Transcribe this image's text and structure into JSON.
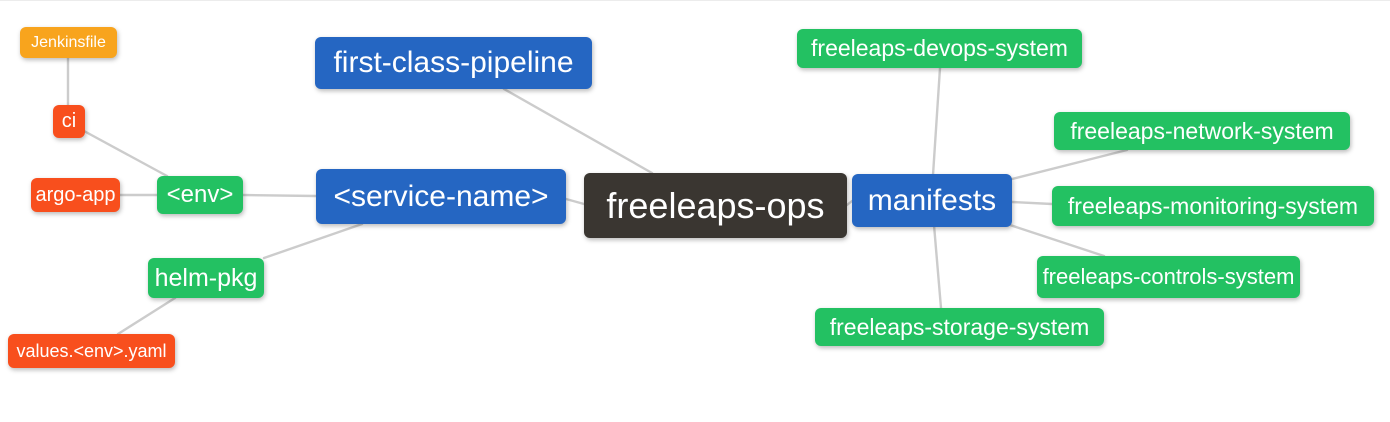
{
  "diagram": {
    "type": "mindmap",
    "root": "freeleaps-ops",
    "nodes": [
      {
        "id": "freeleaps-ops",
        "label": "freeleaps-ops",
        "level": 0,
        "color": "#3a3631"
      },
      {
        "id": "first-class-pipeline",
        "label": "first-class-pipeline",
        "level": 1,
        "color": "#2566c2"
      },
      {
        "id": "service-name",
        "label": "<service-name>",
        "level": 1,
        "color": "#2566c2"
      },
      {
        "id": "manifests",
        "label": "manifests",
        "level": 1,
        "color": "#2566c2"
      },
      {
        "id": "env",
        "label": "<env>",
        "level": 2,
        "color": "#23c162"
      },
      {
        "id": "helm-pkg",
        "label": "helm-pkg",
        "level": 2,
        "color": "#23c162"
      },
      {
        "id": "argo-app",
        "label": "argo-app",
        "level": 3,
        "color": "#f84f1d"
      },
      {
        "id": "ci",
        "label": "ci",
        "level": 3,
        "color": "#f84f1d"
      },
      {
        "id": "jenkinsfile",
        "label": "Jenkinsfile",
        "level": 4,
        "color": "#f8a41d"
      },
      {
        "id": "values-env-yaml",
        "label": "values.<env>.yaml",
        "level": 3,
        "color": "#f84f1d"
      },
      {
        "id": "freeleaps-devops-system",
        "label": "freeleaps-devops-system",
        "level": 2,
        "color": "#23c162"
      },
      {
        "id": "freeleaps-network-system",
        "label": "freeleaps-network-system",
        "level": 2,
        "color": "#23c162"
      },
      {
        "id": "freeleaps-monitoring-system",
        "label": "freeleaps-monitoring-system",
        "level": 2,
        "color": "#23c162"
      },
      {
        "id": "freeleaps-controls-system",
        "label": "freeleaps-controls-system",
        "level": 2,
        "color": "#23c162"
      },
      {
        "id": "freeleaps-storage-system",
        "label": "freeleaps-storage-system",
        "level": 2,
        "color": "#23c162"
      }
    ],
    "edges": [
      {
        "from": "jenkinsfile",
        "to": "ci"
      },
      {
        "from": "ci",
        "to": "env"
      },
      {
        "from": "argo-app",
        "to": "env"
      },
      {
        "from": "env",
        "to": "service-name"
      },
      {
        "from": "helm-pkg",
        "to": "service-name"
      },
      {
        "from": "values-env-yaml",
        "to": "helm-pkg"
      },
      {
        "from": "first-class-pipeline",
        "to": "freeleaps-ops"
      },
      {
        "from": "service-name",
        "to": "freeleaps-ops"
      },
      {
        "from": "freeleaps-ops",
        "to": "manifests"
      },
      {
        "from": "manifests",
        "to": "freeleaps-devops-system"
      },
      {
        "from": "manifests",
        "to": "freeleaps-network-system"
      },
      {
        "from": "manifests",
        "to": "freeleaps-monitoring-system"
      },
      {
        "from": "manifests",
        "to": "freeleaps-controls-system"
      },
      {
        "from": "manifests",
        "to": "freeleaps-storage-system"
      }
    ],
    "colors": {
      "root": "#3a3631",
      "branch_blue": "#2566c2",
      "topic_green": "#23c162",
      "leaf_red": "#f84f1d",
      "leaf_orange": "#f8a41d",
      "edge_line": "#cccccc",
      "background": "#ffffff",
      "node_text": "#ffffff"
    }
  }
}
